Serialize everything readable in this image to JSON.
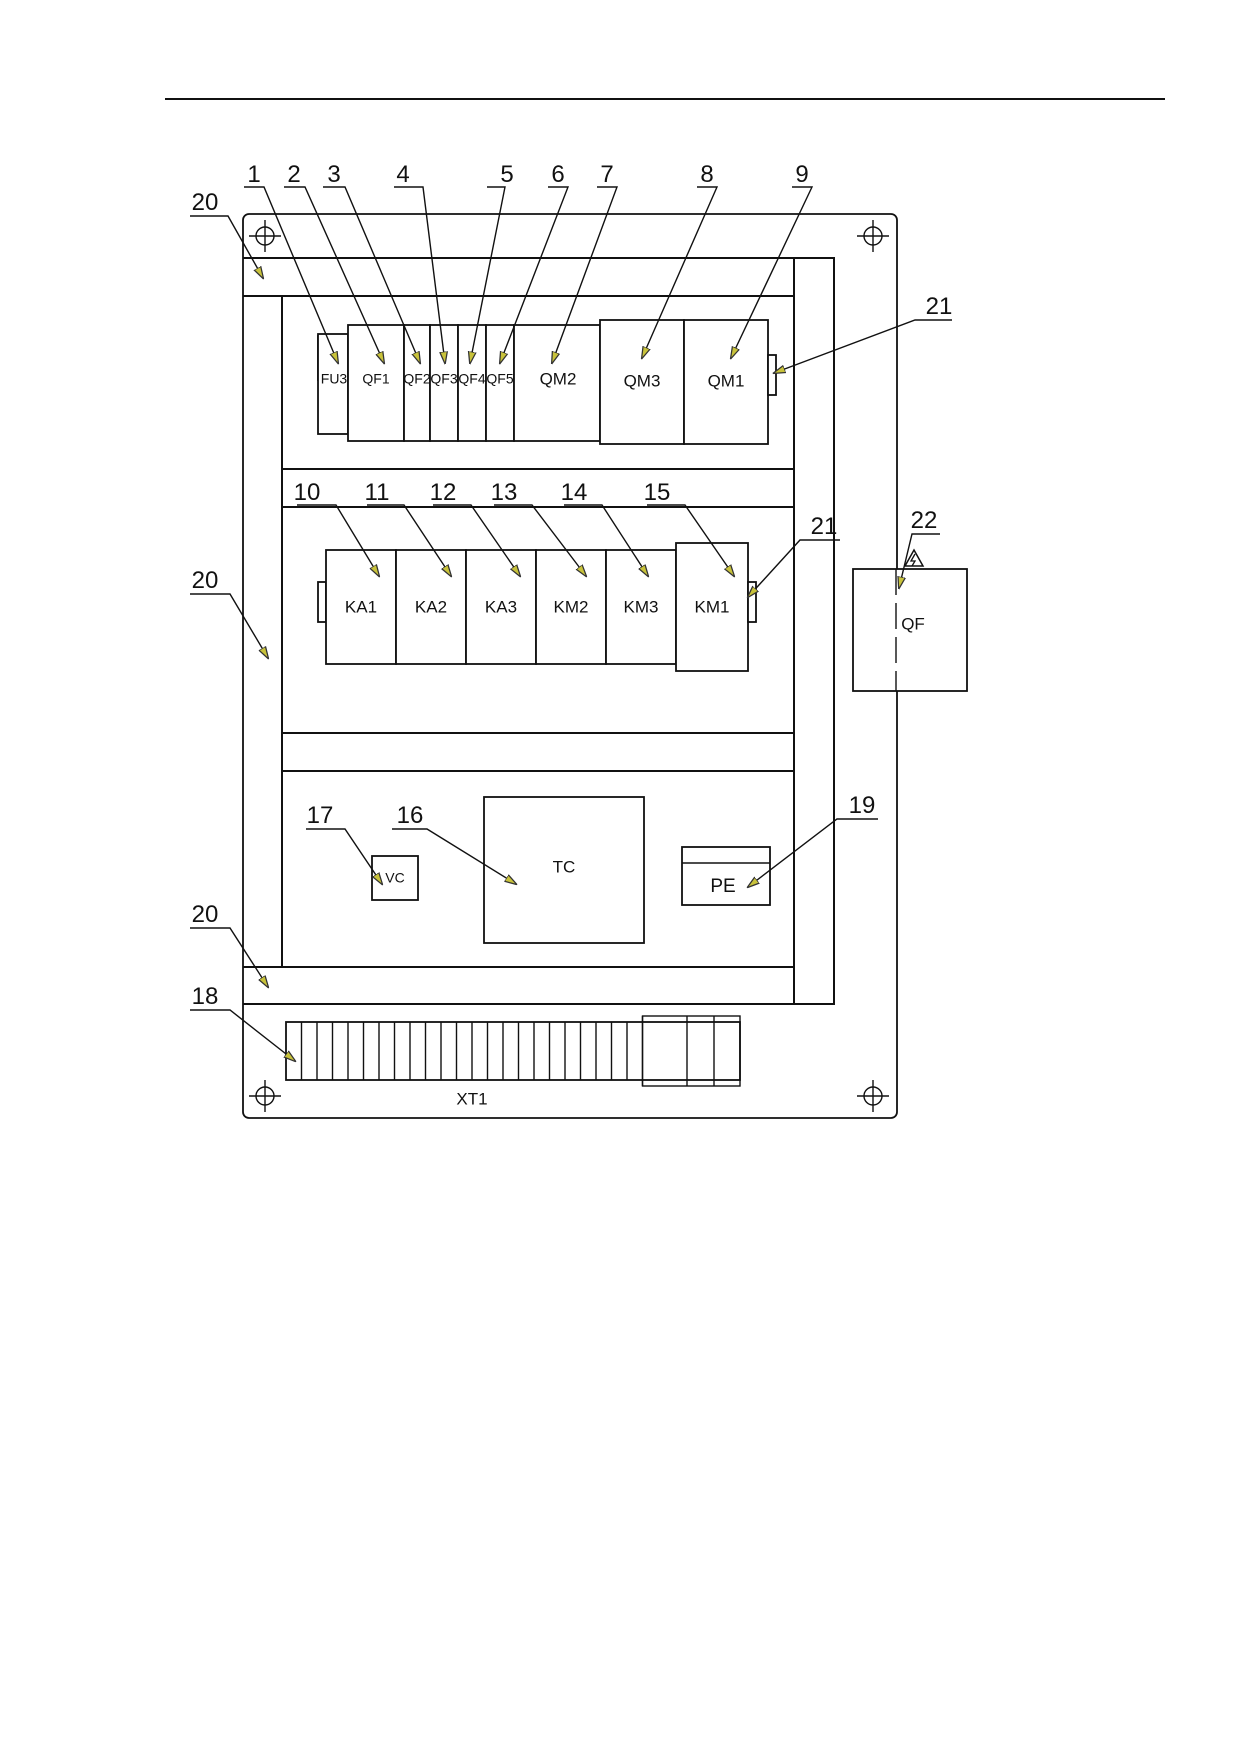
{
  "diagram": {
    "top_row": {
      "components": [
        "FU3",
        "QF1",
        "QF2",
        "QF3",
        "QF4",
        "QF5",
        "QM2",
        "QM3",
        "QM1"
      ]
    },
    "middle_row": {
      "components": [
        "KA1",
        "KA2",
        "KA3",
        "KM2",
        "KM3",
        "KM1"
      ]
    },
    "bottom_section": {
      "vc": "VC",
      "tc": "TC",
      "pe": "PE"
    },
    "terminal_block": "XT1",
    "external_breaker": "QF",
    "callouts": [
      "1",
      "2",
      "3",
      "4",
      "5",
      "6",
      "7",
      "8",
      "9",
      "10",
      "11",
      "12",
      "13",
      "14",
      "15",
      "16",
      "17",
      "18",
      "19",
      "20",
      "20",
      "20",
      "21",
      "21",
      "22"
    ]
  }
}
